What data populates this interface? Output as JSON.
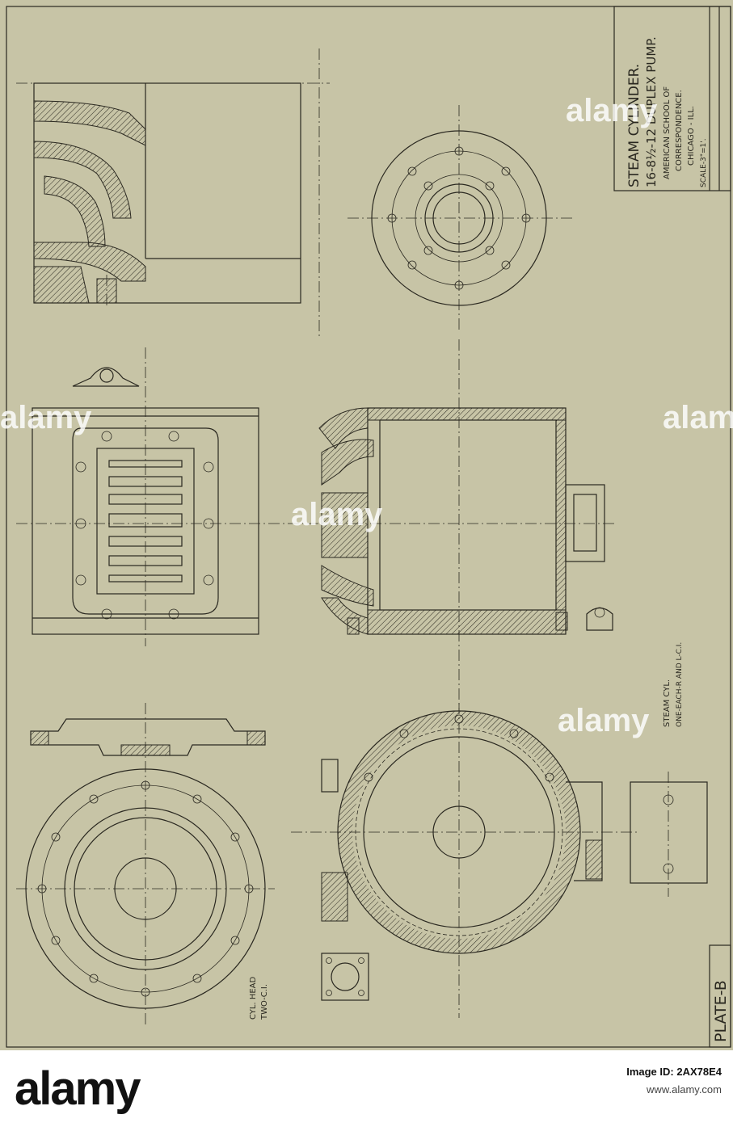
{
  "title_block": {
    "line1": "STEAM CYLINDER.",
    "line2": "16-8½-12 DUPLEX PUMP.",
    "line3": "AMERICAN SCHOOL OF",
    "line4": "CORRESPONDENCE.",
    "line5": "CHICAGO - ILL.",
    "line6": "SCALE-3\"=1'."
  },
  "plate_label": "PLATE-B",
  "labels": {
    "steam_cyl_1": "STEAM CYL.",
    "steam_cyl_2": "ONE-EACH-R AND L-C.I.",
    "cyl_head_1": "CYL. HEAD",
    "cyl_head_2": "TWO-C.I."
  },
  "watermark": {
    "text": "alamy"
  },
  "footer": {
    "brand": "alamy",
    "image_id_label": "Image ID: 2AX78E4",
    "site": "www.alamy.com"
  },
  "colors": {
    "paper": "#c7c4a6",
    "ink": "#2a2820"
  }
}
